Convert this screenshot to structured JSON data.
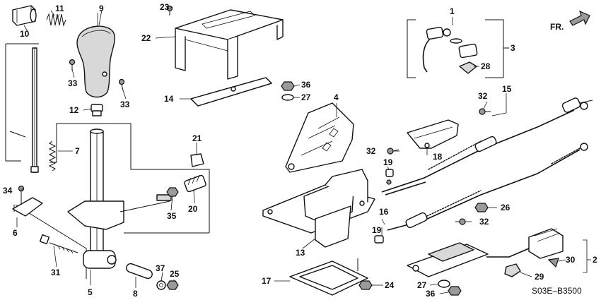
{
  "diagram": {
    "direction_label": "FR.",
    "part_code": "S03E–B3500"
  },
  "callouts": {
    "n1": "1",
    "n2": "2",
    "n3": "3",
    "n4": "4",
    "n5": "5",
    "n6": "6",
    "n7": "7",
    "n8": "8",
    "n9": "9",
    "n10": "10",
    "n11": "11",
    "n12": "12",
    "n13": "13",
    "n14": "14",
    "n15": "15",
    "n16": "16",
    "n17": "17",
    "n18": "18",
    "n19a": "19",
    "n19b": "19",
    "n20": "20",
    "n21": "21",
    "n22": "22",
    "n23": "23",
    "n24": "24",
    "n25": "25",
    "n26": "26",
    "n27a": "27",
    "n27b": "27",
    "n28": "28",
    "n29": "29",
    "n30": "30",
    "n31": "31",
    "n32a": "32",
    "n32b": "32",
    "n32c": "32",
    "n33a": "33",
    "n33b": "33",
    "n34": "34",
    "n35": "35",
    "n36a": "36",
    "n36b": "36",
    "n37": "37"
  }
}
